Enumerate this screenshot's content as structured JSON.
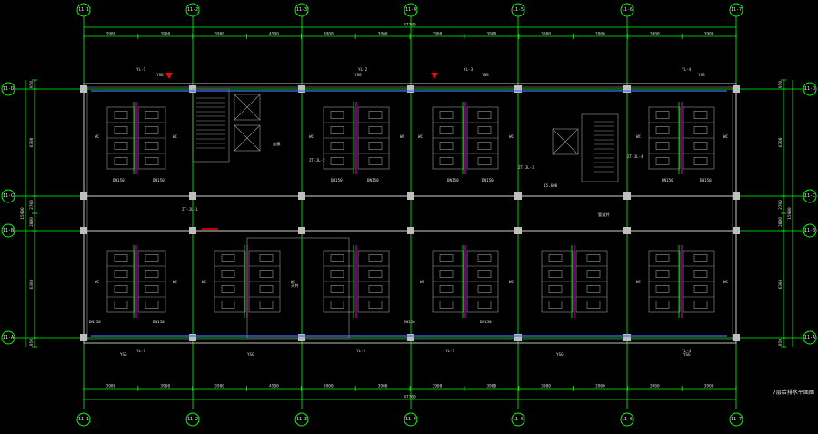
{
  "axes": {
    "columns": [
      "11-1",
      "11-2",
      "11-3",
      "11-4",
      "11-5",
      "11-6",
      "11-7"
    ],
    "rows": [
      "11-D",
      "11-C",
      "11-B",
      "11-A"
    ]
  },
  "dimensions": {
    "top_spans": [
      "3900",
      "3900",
      "3900",
      "4500",
      "3900",
      "3900",
      "3900",
      "3900",
      "3900",
      "3900",
      "3900",
      "3900"
    ],
    "top_total": "47700",
    "bottom_spans": [
      "3900",
      "3900",
      "3900",
      "4500",
      "3900",
      "3900",
      "3900",
      "3900",
      "3900",
      "3900",
      "3900",
      "3900"
    ],
    "bottom_total": "47700",
    "left_spans": [
      "950",
      "6300",
      "2700",
      "2000",
      "6300",
      "950"
    ],
    "left_total": "15900",
    "right_spans": [
      "950",
      "6300",
      "2700",
      "2000",
      "6300",
      "950"
    ],
    "right_total": "15900"
  },
  "labels": {
    "fixture_labels": [
      "YSG",
      "YSG",
      "YSG",
      "YSG",
      "YSG",
      "YSG",
      "YSG",
      "YSG"
    ],
    "pipe_ids": [
      "YL-1",
      "YL-1",
      "YL-2",
      "YL-2",
      "YL-3",
      "YL-3",
      "YL-4",
      "YL-4",
      "ZT-JL-1",
      "ZT-JL-2",
      "ZT-JL-3",
      "ZT-JL-4"
    ],
    "room_tags": [
      "WC",
      "WC",
      "WC",
      "WC",
      "WC",
      "WC",
      "WC",
      "WC",
      "WC",
      "WC",
      "WC",
      "WC",
      "WC",
      "WC",
      "WC",
      "WC"
    ],
    "pipe_sizes": [
      "DN150",
      "DN150",
      "DN150",
      "DN150",
      "DN150",
      "DN150",
      "DN150",
      "DN150",
      "DN150",
      "DN150",
      "DN150",
      "DN150"
    ],
    "elev": "15.600",
    "corridor": "走廊",
    "stair_note": "管道井",
    "open_area": "天井"
  },
  "drawing_title": "7层给排水平面图",
  "colors": {
    "grid": "#00ff00",
    "walls": "#d0d0d0",
    "drain": "#ff00ff",
    "supply": "#00e000",
    "rain": "#4a6bff",
    "marker": "#ff0000"
  }
}
